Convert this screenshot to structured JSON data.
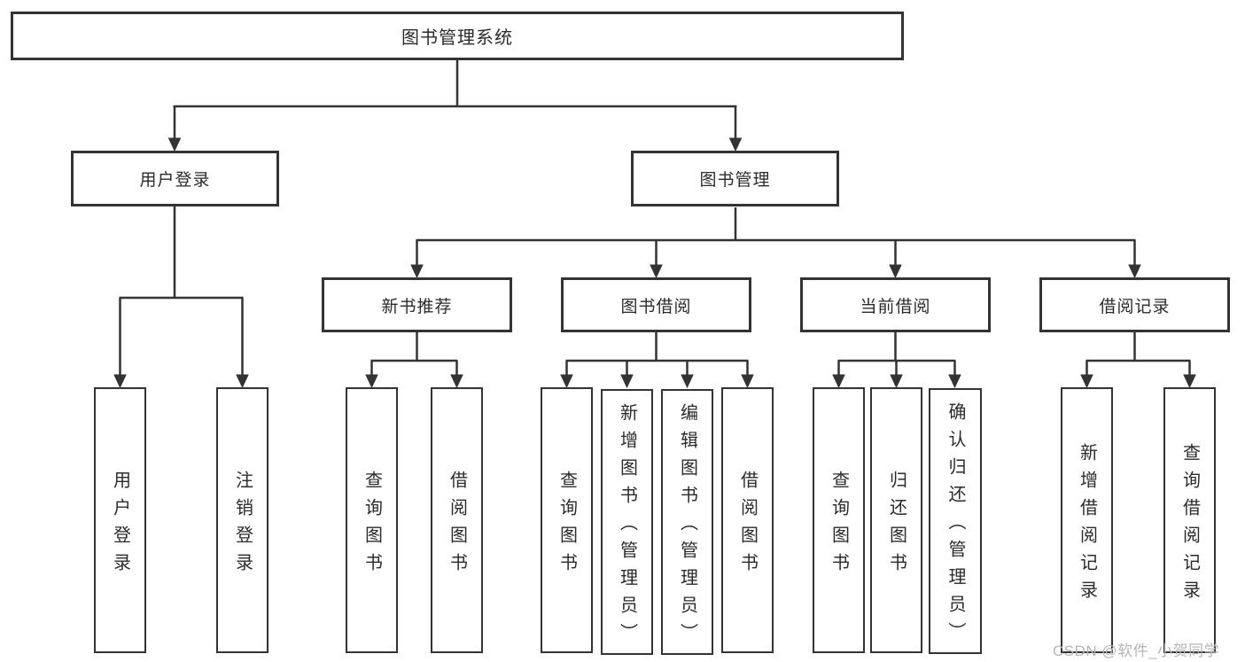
{
  "colors": {
    "line": "#333333",
    "text": "#2b2b2b",
    "watermark": "#b5b5b5",
    "background": "#ffffff"
  },
  "watermark": {
    "text": "CSDN @软件_小贺同学"
  },
  "tree": {
    "label": "图书管理系统",
    "children": [
      {
        "label": "用户登录",
        "children": [
          {
            "label": "用户登录"
          },
          {
            "label": "注销登录"
          }
        ]
      },
      {
        "label": "图书管理",
        "children": [
          {
            "label": "新书推荐",
            "children": [
              {
                "label": "查询图书"
              },
              {
                "label": "借阅图书"
              }
            ]
          },
          {
            "label": "图书借阅",
            "children": [
              {
                "label": "查询图书"
              },
              {
                "label": "新增图书（管理员）"
              },
              {
                "label": "编辑图书（管理员）"
              },
              {
                "label": "借阅图书"
              }
            ]
          },
          {
            "label": "当前借阅",
            "children": [
              {
                "label": "查询图书"
              },
              {
                "label": "归还图书"
              },
              {
                "label": "确认归还（管理员）"
              }
            ]
          },
          {
            "label": "借阅记录",
            "children": [
              {
                "label": "新增借阅记录"
              },
              {
                "label": "查询借阅记录"
              }
            ]
          }
        ]
      }
    ]
  }
}
